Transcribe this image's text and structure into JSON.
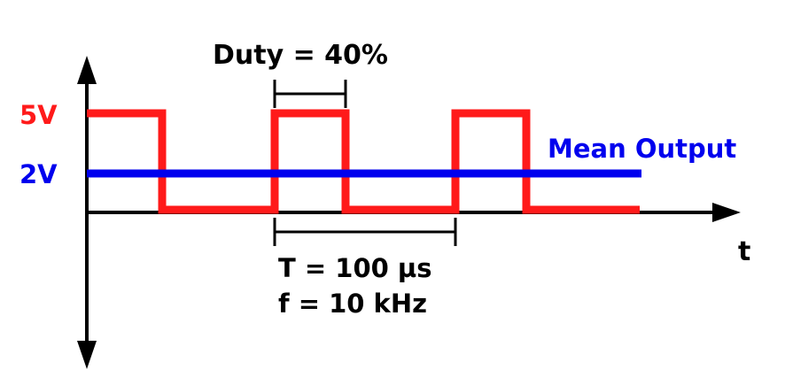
{
  "colors": {
    "signal": "#ff1a1a",
    "mean": "#0000ee",
    "axis": "#000000",
    "text": "#000000"
  },
  "labels": {
    "high_voltage": "5V",
    "mean_voltage": "2V",
    "mean_output": "Mean Output",
    "duty": "Duty = 40%",
    "period": "T = 100 µs",
    "frequency": "f  = 10 kHz",
    "time_axis": "t"
  },
  "signal": {
    "high_level": 5,
    "low_level": 0,
    "mean_level": 2,
    "duty_cycle": 0.4,
    "period_us": 100
  }
}
